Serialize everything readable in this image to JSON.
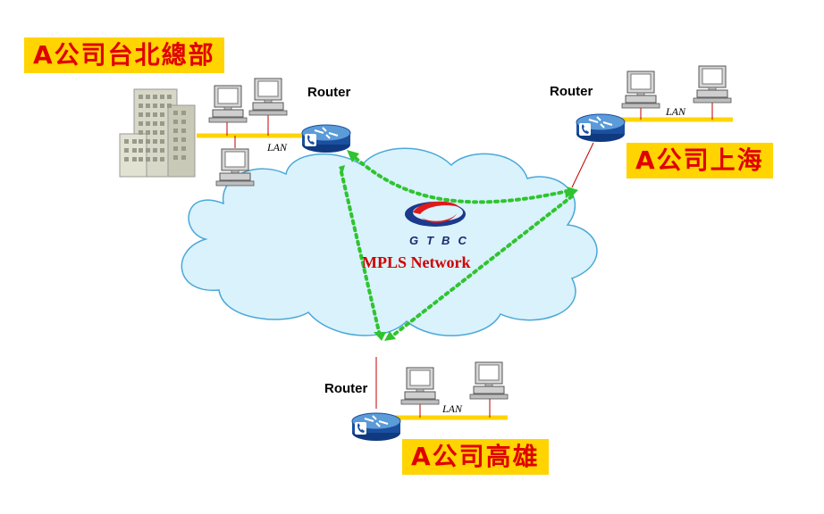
{
  "sites": {
    "hq": {
      "label": "A公司台北總部"
    },
    "shanghai": {
      "label": "A公司上海"
    },
    "kaohsiung": {
      "label": "A公司高雄"
    }
  },
  "routers": {
    "hq_label": "Router",
    "shanghai_label": "Router",
    "kaohsiung_label": "Router"
  },
  "lan": {
    "hq_label": "LAN",
    "shanghai_label": "LAN",
    "kaohsiung_label": "LAN"
  },
  "network": {
    "name": "MPLS Network",
    "brand": "GTBC"
  },
  "colors": {
    "label_bg": "#ffd400",
    "label_text": "#e00000",
    "lan_bus": "#ffd400",
    "link": "#2fc42f",
    "cloud": "#d9f2fc",
    "router": "#1b4fa0"
  },
  "icons": {
    "router": "router-icon",
    "computer": "computer-icon",
    "building": "building-icon",
    "cloud": "cloud-shape",
    "logo": "gtbc-logo"
  }
}
